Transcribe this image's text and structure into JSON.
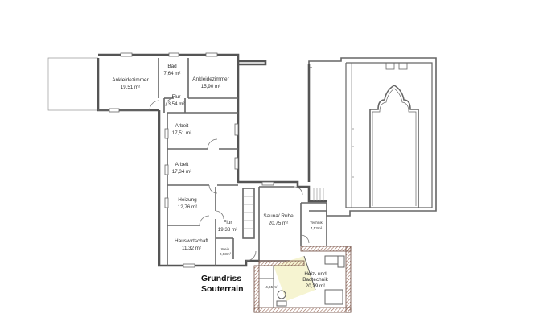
{
  "title": {
    "line1": "Grundriss",
    "line2": "Souterrain"
  },
  "rooms": [
    {
      "id": "ankleidezimmer-left",
      "name": "Ankleidezimmer",
      "area": "19,51 m²"
    },
    {
      "id": "bad",
      "name": "Bad",
      "area": "7,64 m²"
    },
    {
      "id": "ankleidezimmer-right",
      "name": "Ankleidezimmer",
      "area": "15,90 m²"
    },
    {
      "id": "flur-upper",
      "name": "Flur",
      "area": "3,54 m²"
    },
    {
      "id": "arbeit-1",
      "name": "Arbeit",
      "area": "17,51 m²"
    },
    {
      "id": "arbeit-2",
      "name": "Arbeit",
      "area": "17,34 m²"
    },
    {
      "id": "heizung",
      "name": "Heizung",
      "area": "12,76 m²"
    },
    {
      "id": "flur-lower",
      "name": "Flur",
      "area": "19,38 m²"
    },
    {
      "id": "hauswirtschaft",
      "name": "Hauswirtschaft",
      "area": "11,32 m²"
    },
    {
      "id": "wein",
      "name": "Wein",
      "area": "2,63m²"
    },
    {
      "id": "sauna",
      "name": "Sauna/ Ruhe",
      "area": "20,75 m²"
    },
    {
      "id": "technik",
      "name": "Technik",
      "area": "4,53m²"
    },
    {
      "id": "heiz-badtechnik",
      "name": "Heiz- und\nBadtechnik",
      "name_line1": "Heiz- und",
      "name_line2": "Badtechnik",
      "area": "20,29 m²"
    },
    {
      "id": "small-room",
      "name": "",
      "area": "4,65 m²"
    }
  ],
  "colors": {
    "wall": "#555555",
    "thin_line": "#888888",
    "hatch": "#b07a6a",
    "highlight": "#f4f1c6"
  }
}
